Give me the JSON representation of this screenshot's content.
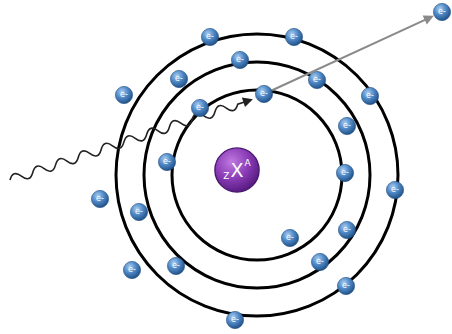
{
  "diagram": {
    "nodes": [
      {
        "text": [
          "e-"
        ]
      },
      {
        "text": [
          "e-"
        ]
      },
      {
        "text": [
          "e-"
        ]
      },
      {
        "text": [
          "e-"
        ]
      },
      {
        "text": [
          "e-"
        ]
      },
      {
        "text": [
          "e-"
        ]
      },
      {
        "text": [
          "e-"
        ]
      },
      {
        "text": [
          "e-"
        ]
      },
      {
        "text": [
          "e-"
        ]
      },
      {
        "text": [
          "e-"
        ]
      },
      {
        "text": [
          "e-"
        ]
      },
      {
        "text": [
          "e-"
        ]
      },
      {
        "text": [
          "Z",
          "X",
          "A"
        ]
      },
      {
        "text": [
          "e-"
        ]
      },
      {
        "text": [
          "e-"
        ]
      },
      {
        "text": [
          "e-"
        ]
      },
      {
        "text": [
          "e-"
        ]
      },
      {
        "text": [
          "e-"
        ]
      },
      {
        "text": [
          "e-"
        ]
      },
      {
        "text": [
          "e-"
        ]
      },
      {
        "text": [
          "e-"
        ]
      },
      {
        "text": [
          "e-"
        ]
      },
      {
        "text": [
          "e-"
        ]
      },
      {
        "text": [
          "e-"
        ]
      }
    ],
    "edges": [
      {
        "from": 6,
        "to": 0,
        "arrow": "to"
      }
    ]
  }
}
